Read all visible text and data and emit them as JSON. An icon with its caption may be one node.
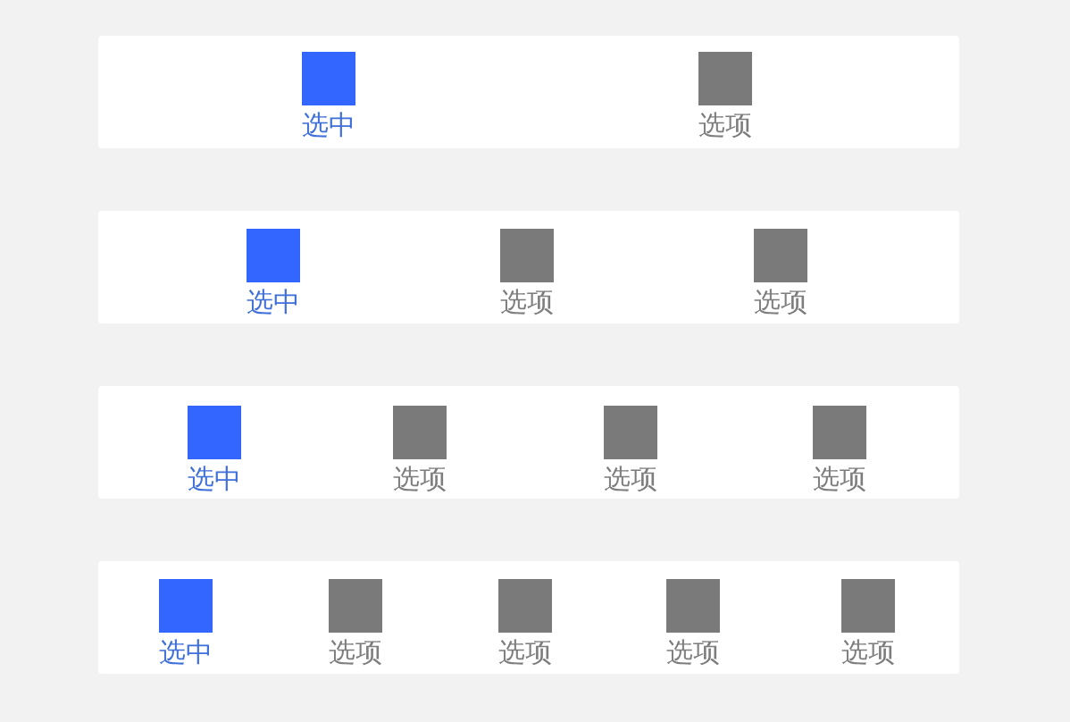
{
  "diagram": {
    "nodes": [
      {
        "text": [],
        "shape": "bar"
      },
      {
        "text": [
          "选中"
        ],
        "in": 0
      },
      {
        "text": [
          "选项"
        ],
        "in": 0
      },
      {
        "text": [],
        "shape": "bar"
      },
      {
        "text": [
          "选中"
        ],
        "in": 3
      },
      {
        "text": [
          "选项"
        ],
        "in": 3
      },
      {
        "text": [
          "选项"
        ],
        "in": 3
      },
      {
        "text": [],
        "shape": "bar"
      },
      {
        "text": [
          "选中"
        ],
        "in": 7
      },
      {
        "text": [
          "选项"
        ],
        "in": 7
      },
      {
        "text": [
          "选项"
        ],
        "in": 7
      },
      {
        "text": [
          "选项"
        ],
        "in": 7
      },
      {
        "text": [],
        "shape": "bar"
      },
      {
        "text": [
          "选中"
        ],
        "in": 12
      },
      {
        "text": [
          "选项"
        ],
        "in": 12
      },
      {
        "text": [
          "选项"
        ],
        "in": 12
      },
      {
        "text": [
          "选项"
        ],
        "in": 12
      },
      {
        "text": [
          "选项"
        ],
        "in": 12
      }
    ]
  }
}
